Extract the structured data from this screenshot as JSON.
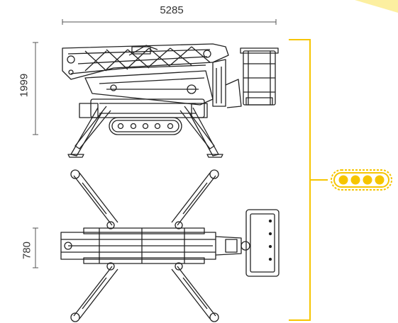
{
  "dimensions": {
    "overall_length": "5285",
    "stowed_height": "1999",
    "track_width": "780"
  },
  "badge": {
    "icon": "crawler-track-icon"
  },
  "colors": {
    "accent": "#F6C500",
    "accent_light": "#FCEFA0",
    "line": "#222222",
    "dimension": "#555555"
  }
}
